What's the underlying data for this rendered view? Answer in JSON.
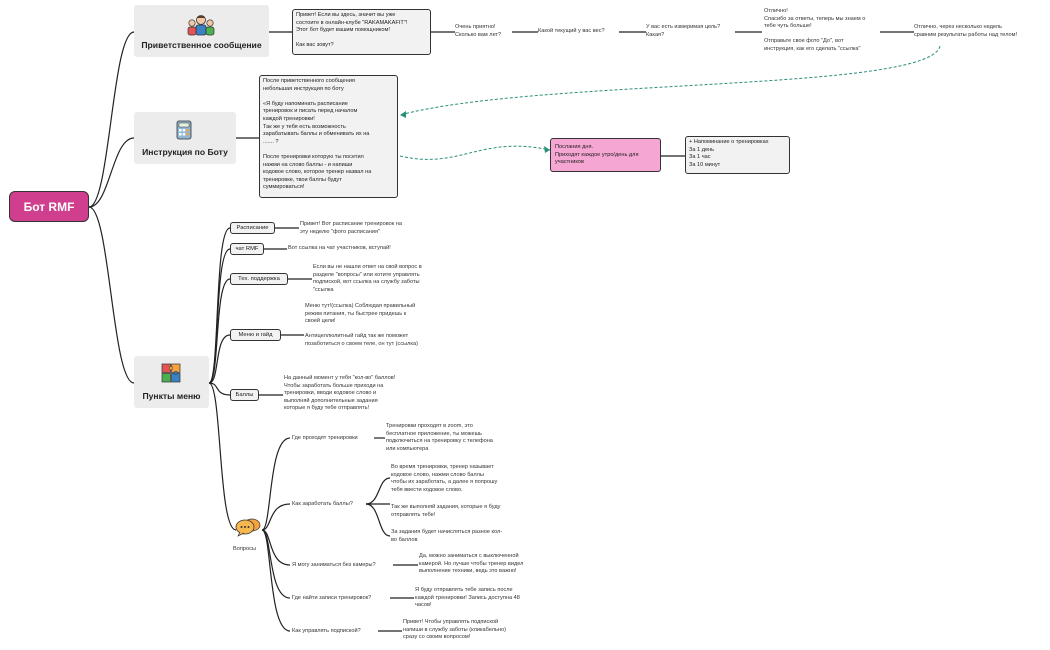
{
  "root": "Бот RMF",
  "branches": {
    "welcome": {
      "label": "Приветственное сообщение",
      "icon": "people-icon",
      "message": "Привет! Если вы здесь, значит вы уже\nсостоите в онлайн-клубе \"RAKAMAKAFIT\"!\nЭтот бот будет вашим помощником!\n\nКак вас зовут?",
      "reply1": "Очень приятно!\nСколько вам лет?",
      "reply2": "Какой текущий у вас вес?",
      "reply3": "У вас есть измеримая цель?\nКакая?",
      "reply4": "Отлично!\nСпасибо за ответы, теперь мы знаем о\nтебе чуть больше!\n\nОтправьте свое фото \"До\", вот\nинструкция, как его сделать \"ссылка\"",
      "reply5": "Отлично, через несколько недель\nсравним результаты работы над телом!"
    },
    "instruction": {
      "label": "Инструкция по Боту",
      "icon": "calculator-icon",
      "text": "После приветственного сообщения\nнебольшая инструкция по боту\n\n«Я буду напоминать расписание\nтренировок и писать перед началом\nкаждой тренировки!\nТак же у тебя есть возможность\nзарабатывать баллы и обменивать их на\n....... ?\n\nПосле тренировки которую ты посетил\nнажми на слово баллы - и напиши\nкодовое слово, которое тренер назвал на\nтренировке, твои баллы будут\nсуммироваться!",
      "daily": "Послания дня.\nПриходят каждое утро/день для\nучастников",
      "reminders": "+ Напоминание о тренировках\nЗа 1 день\nЗа 1 час\nЗа 10 минут"
    },
    "menu": {
      "label": "Пункты меню",
      "icon": "puzzle-icon",
      "items": [
        {
          "label": "Расписание",
          "text": "Привет! Вот расписание тренировок на\nэту неделю \"фото расписания\""
        },
        {
          "label": "чат RMF",
          "text": "Вот ссылка на чат участников, вступай!"
        },
        {
          "label": "Тех. поддержка",
          "text": "Если вы не нашли ответ на свой вопрос в\nразделе \"вопросы\" или хотите управлять\nподпиской, вот ссылка на службу заботы\n\"ссылка"
        },
        {
          "label": "Меню и гайд",
          "text": "Меню тут!(ссылка) Соблюдая правильный\nрежим питания, ты быстрее придешь к\nсвоей цели!\n\nАнтицеллюлитный гайд так же поможет\nпозаботиться о своем теле, он тут (ссылка)"
        },
        {
          "label": "Баллы",
          "text": "На данный момент у тебя \"кол-во\" баллов!\nЧтобы заработать больше приходи на\nтренировки, вводи кодовое слово и\nвыполняй дополнительные задания\nкоторые я буду тебе отправлять!"
        }
      ],
      "questions": {
        "label": "Вопросы",
        "icon": "speech-bubbles-icon",
        "items": [
          {
            "q": "Где проходят тренировки",
            "a": [
              "Тренировки проходят в zoom, это\nбесплатное приложение, ты можешь\nподключиться на тренировку с телефона\nили компьютера"
            ]
          },
          {
            "q": "Как заработать баллы?",
            "a": [
              "Во время тренировки, тренер называет\nкодовое слово, нажми слово баллы\nчтобы их заработать, а далее я попрошу\nтебя ввести кодовое слово.",
              "Так же выполняй задания, которые я буду\nотправлять тебе!",
              "За задания будет начисляться разное кол-\nво баллов"
            ]
          },
          {
            "q": "Я могу заниматься без камеры?",
            "a": [
              "Да, можно заниматься с выключенной\nкамерой. Но лучше чтобы тренер видел\nвыполнение техники, ведь это важно!"
            ]
          },
          {
            "q": "Где найти записи тренировок?",
            "a": [
              "Я буду отправлять тебе запись после\nкаждой тренировки! Запись доступна 48\nчасов!"
            ]
          },
          {
            "q": "Как управлять подпиской?",
            "a": [
              "Привет! Чтобы управлять подпиской\nнапиши в службу заботы (кликабельно)\nсразу со своим вопросом!"
            ]
          }
        ]
      }
    }
  },
  "colors": {
    "root": "#cf3f8e",
    "pink": "#f6a6d2",
    "dashed": "#2a8f7a",
    "card": "#ececec"
  }
}
